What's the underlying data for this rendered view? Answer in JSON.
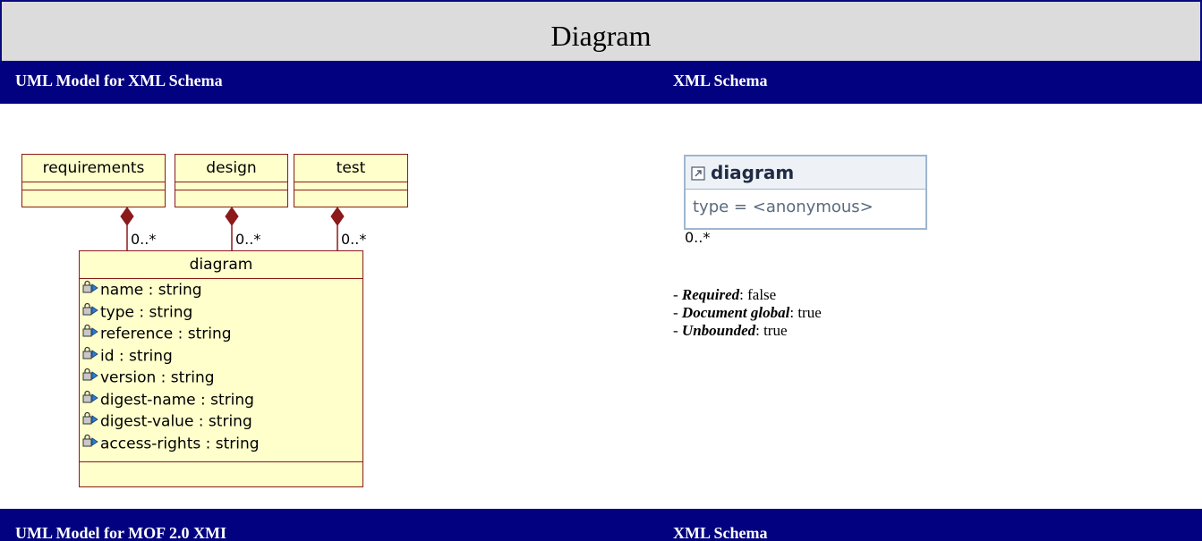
{
  "page": {
    "title": "Diagram"
  },
  "section_headers": [
    {
      "left": "UML Model for XML Schema",
      "right": "XML Schema"
    },
    {
      "left": "UML Model for MOF 2.0 XMI",
      "right": "XML Schema"
    }
  ],
  "colors": {
    "header_background": "#020280",
    "title_background": "#dcdcdc",
    "uml_fill": "#ffffcc",
    "uml_border": "#8b1a1a",
    "xsd_border": "#9fb6cf"
  },
  "uml": {
    "containers": [
      {
        "name": "requirements",
        "multiplicity": "0..*"
      },
      {
        "name": "design",
        "multiplicity": "0..*"
      },
      {
        "name": "test",
        "multiplicity": "0..*"
      }
    ],
    "class": {
      "name": "diagram",
      "attributes": [
        "name : string",
        "type : string",
        "reference : string",
        "id : string",
        "version : string",
        "digest-name : string",
        "digest-value : string",
        "access-rights : string"
      ],
      "attribute_icon": "attribute-lock-icon"
    }
  },
  "xsd": {
    "element_name": "diagram",
    "element_icon": "element-link-icon",
    "attribute": "type = <anonymous>",
    "multiplicity": "0..*",
    "properties": [
      {
        "label": "Required",
        "value": ": false"
      },
      {
        "label": "Document global",
        "value": ": true"
      },
      {
        "label": "Unbounded",
        "value": ": true"
      }
    ]
  }
}
